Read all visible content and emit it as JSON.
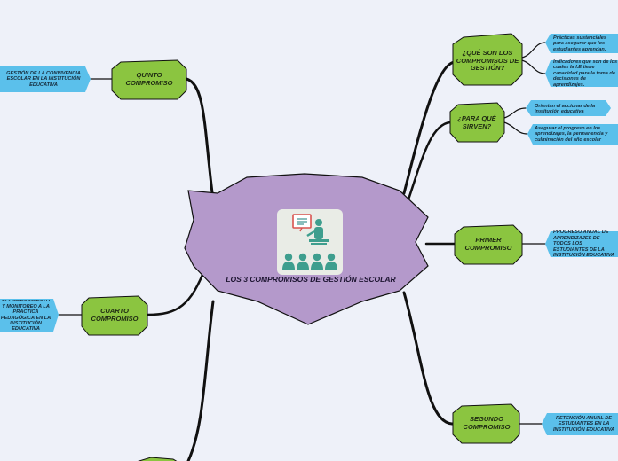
{
  "center": {
    "title": "LOS 3 COMPROMISOS DE GESTIÓN ESCOLAR",
    "icon": "classroom-teacher-icon"
  },
  "colors": {
    "center": "#b499cb",
    "branch": "#8bc540",
    "leaf": "#5bc0eb",
    "line": "#111111",
    "background": "#eef1f9"
  },
  "branches": {
    "que_son": {
      "label": "¿QUÉ SON LOS COMPROMISOS DE GESTIÓN?",
      "leaves": [
        "Prácticas sustanciales para asegurar que los estudiantes aprendan.",
        "Indicadores que son de los cuales la I.E tiene capacidad para la toma de decisiones de aprendizajes."
      ]
    },
    "para_que": {
      "label": "¿PARA QUÉ SIRVEN?",
      "leaves": [
        "Orientan el accionar de la institución educativa",
        "Asegurar el progreso en los aprendizajes, la permanencia y culminación del año escolar"
      ]
    },
    "primer": {
      "label": "PRIMER COMPROMISO",
      "leaves": [
        "PROGRESO ANUAL DE APRENDIZAJES DE TODOS LOS ESTUDIANTES DE LA INSTITUCIÓN EDUCATIVA"
      ]
    },
    "segundo": {
      "label": "SEGUNDO COMPROMISO",
      "leaves": [
        "RETENCIÓN ANUAL DE ESTUDIANTES EN LA INSTITUCIÓN EDUCATIVA"
      ]
    },
    "quinto": {
      "label": "QUINTO COMPROMISO",
      "leaves": [
        "GESTIÓN DE LA CONVIVENCIA ESCOLAR EN LA INSTITUCIÓN EDUCATIVA"
      ]
    },
    "cuarto": {
      "label": "CUARTO COMPROMISO",
      "leaves": [
        "ACOMPAÑAMIENTO Y MONITOREO A LA PRÁCTICA PEDAGÓGICA EN LA INSTITUCIÓN EDUCATIVA"
      ]
    }
  }
}
